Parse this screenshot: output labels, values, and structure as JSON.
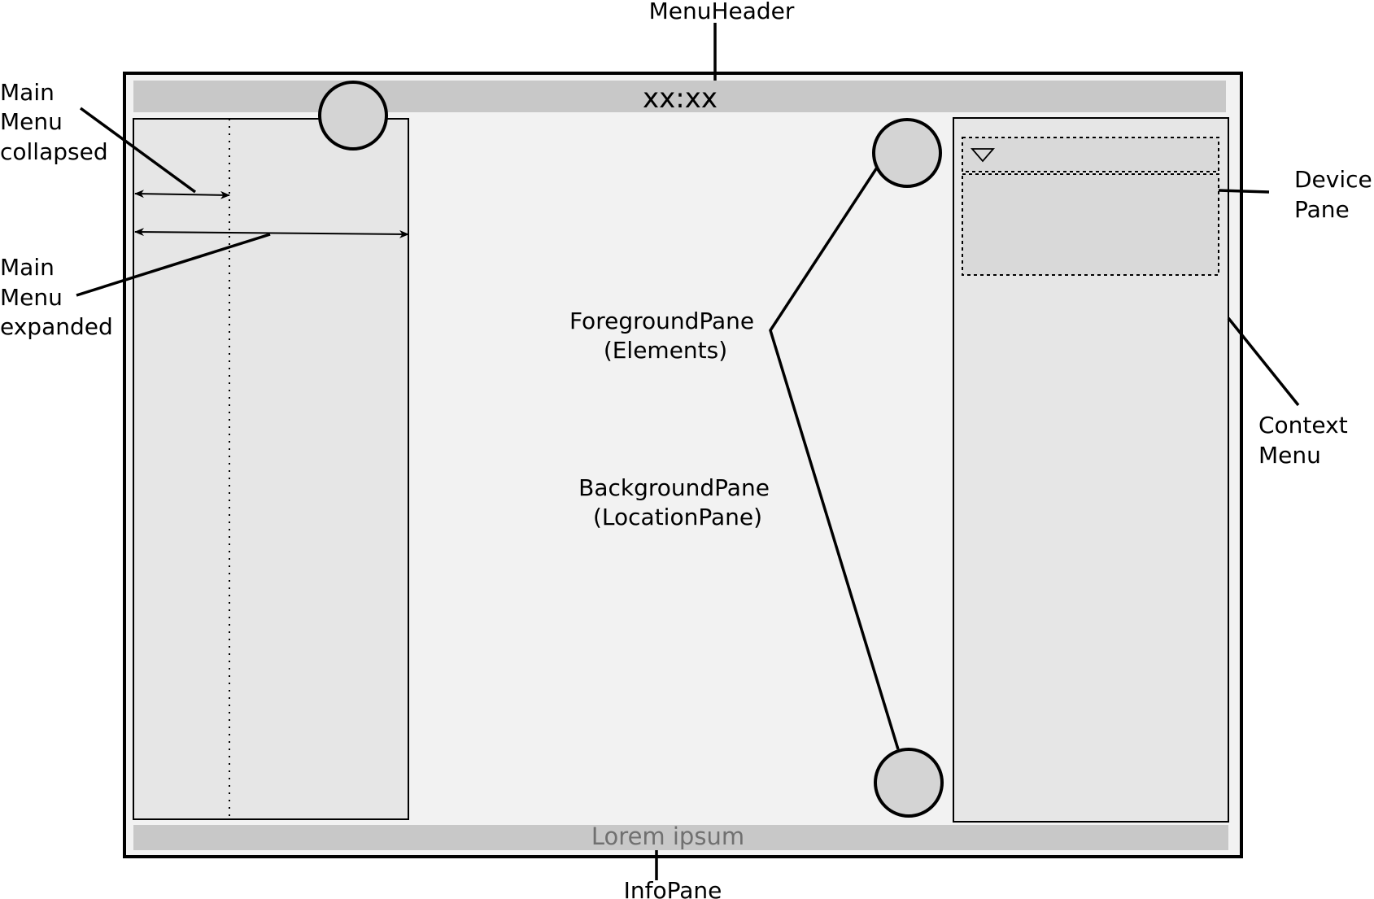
{
  "app": {
    "header_clock": "xx:xx",
    "info_text": "Lorem ipsum"
  },
  "labels": {
    "menu_header": "MenuHeader",
    "info_pane": "InfoPane",
    "main_menu_collapsed": [
      "Main",
      "Menu",
      "collapsed"
    ],
    "main_menu_expanded": [
      "Main",
      "Menu",
      "expanded"
    ],
    "foreground_pane": [
      "ForegroundPane",
      "(Elements)"
    ],
    "background_pane": [
      "BackgroundPane",
      "(LocationPane)"
    ],
    "device_pane": [
      "Device",
      "Pane"
    ],
    "context_menu": [
      "Context",
      "Menu"
    ]
  },
  "icons": {
    "dropdown": "triangle-down-icon",
    "round_button": "circle-button-icon"
  },
  "colors": {
    "frame_bg": "#f2f2f2",
    "bar_bg": "#c8c8c8",
    "pane_bg": "#e6e6e6",
    "device_box_bg": "#d9d9d9",
    "button_bg": "#d4d4d4",
    "info_text": "#707070"
  }
}
